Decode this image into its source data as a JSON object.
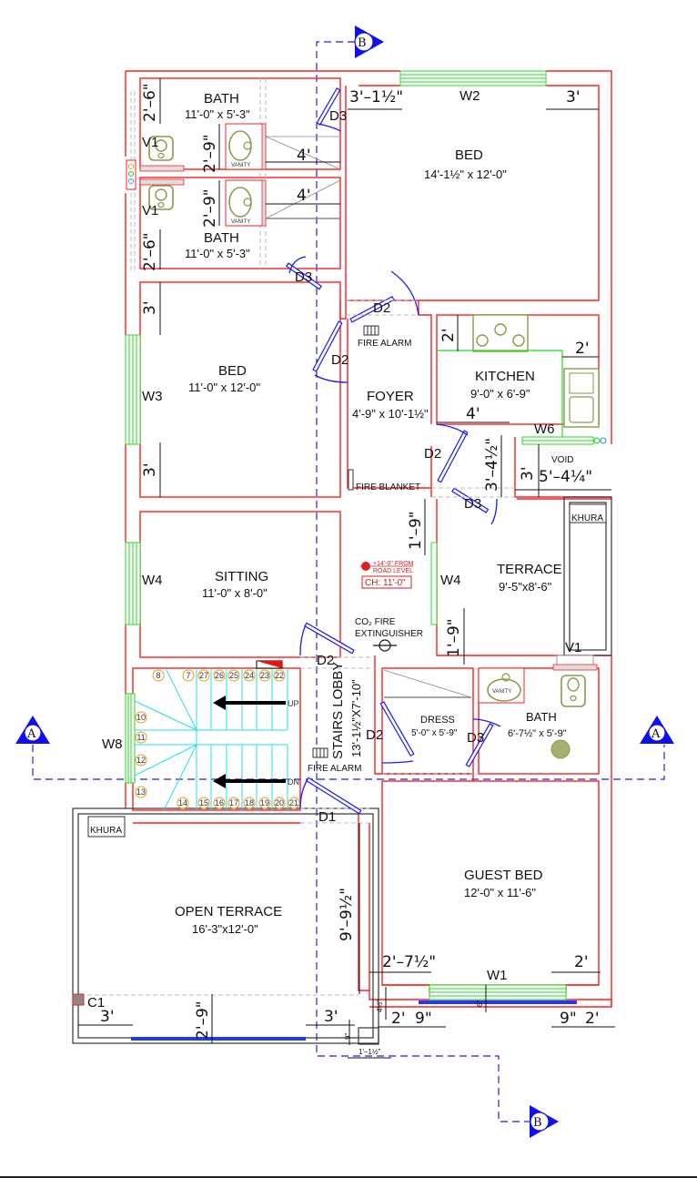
{
  "drawing": {
    "title": "Floor Plan",
    "colors": {
      "wall": "#ff2020",
      "window": "#22dd22",
      "door": "#1a1aff",
      "section_line": "#2222dd",
      "stair": "#22e0e8",
      "fixture": "#8a9a4a",
      "dimension": "#111111"
    }
  },
  "section_markers": {
    "a_left": "A",
    "a_right": "A",
    "b_top": "B",
    "b_bottom": "B"
  },
  "rooms": {
    "bath_top": {
      "name": "BATH",
      "size": "11'-0\" x 5'-3\""
    },
    "bath_bottom": {
      "name": "BATH",
      "size": "11'-0\" x 5'-3\""
    },
    "bed_top_right": {
      "name": "BED",
      "size": "14'-1½\" x 12'-0\""
    },
    "bed_left": {
      "name": "BED",
      "size": "11'-0\" x 12'-0\""
    },
    "foyer": {
      "name": "FOYER",
      "size": "4'-9\" x 10'-1½\""
    },
    "kitchen": {
      "name": "KITCHEN",
      "size": "9'-0\" x 6'-9\""
    },
    "sitting": {
      "name": "SITTING",
      "size": "11'-0\" x 8'-0\""
    },
    "terrace": {
      "name": "TERRACE",
      "size": "9'-5\"x8'-6\""
    },
    "void": {
      "name": "VOID"
    },
    "stairs_lobby": {
      "name": "STAIRS LOBBY",
      "size": "13'-1½\"X7'-10\""
    },
    "dress": {
      "name": "DRESS",
      "size": "5'-0\" x 5'-9\""
    },
    "bath_right": {
      "name": "BATH",
      "size": "6'-7½\" x 5'-9\""
    },
    "guest_bed": {
      "name": "GUEST BED",
      "size": "12'-0\" x 11'-6\""
    },
    "open_terrace": {
      "name": "OPEN TERRACE",
      "size": "16'-3\"x12'-0\""
    }
  },
  "labels": {
    "doors": {
      "d1": "D1",
      "d2": "D2",
      "d3": "D3"
    },
    "windows": {
      "w1": "W1",
      "w2": "W2",
      "w3": "W3",
      "w4": "W4",
      "w6": "W6",
      "w8": "W8"
    },
    "ventilators": {
      "v1": "V1"
    },
    "column": "C1",
    "khura": "KHURA",
    "vanity": "VANITY",
    "fire_alarm": "FIRE ALARM",
    "fire_blanket": "FIRE BLANKET",
    "co2_line1": "CO₂ FIRE",
    "co2_line2": "EXTINGUISHER",
    "level_line1": "+14'-0\" FROM",
    "level_line2": "ROAD LEVEL",
    "ceiling_height": "CH: 11'-0\"",
    "stair_up": "UP",
    "stair_dn": "DN"
  },
  "stairs": {
    "top_steps": [
      "7",
      "27",
      "26",
      "25",
      "24",
      "23",
      "22"
    ],
    "landing_steps": [
      "8",
      "10",
      "11",
      "12",
      "13"
    ],
    "bottom_steps": [
      "14",
      "15",
      "16",
      "17",
      "18",
      "19",
      "20",
      "21"
    ]
  },
  "dimensions": {
    "bath_top_v": "2'–6\"",
    "bath_vanity_v1": "2'–9\"",
    "bath_vanity_v2": "2'–9\"",
    "bath_bottom_v": "2'–6\"",
    "bath_width_1": "4'",
    "bath_width_2": "4'",
    "bed_top_left": "3'–1½\"",
    "bed_top_right": "3'",
    "bed_left_top": "3'",
    "bed_left_bottom": "3'",
    "kitchen_counter": "2'",
    "kitchen_sink": "2'",
    "kitchen_width": "4'",
    "foyer_d2": "3'–4½\"",
    "void_v": "3'",
    "void_h": "5'–4¼\"",
    "foyer_gap": "1'–9\"",
    "terrace_gap": "1'–9\"",
    "open_terrace_v": "9'–9½\"",
    "guest_left": "2'–7½\"",
    "guest_right": "2'",
    "sill_left": "2'",
    "sill_left_9": "9\"",
    "sill_right_9": "9\"",
    "sill_right": "2'",
    "sill_small": "4½\"",
    "sill_6": "6\"",
    "open_left": "3'",
    "open_mid": "2'–9\"",
    "open_right": "3'",
    "open_9": "9\"",
    "open_bottom": "1'–1½\""
  }
}
